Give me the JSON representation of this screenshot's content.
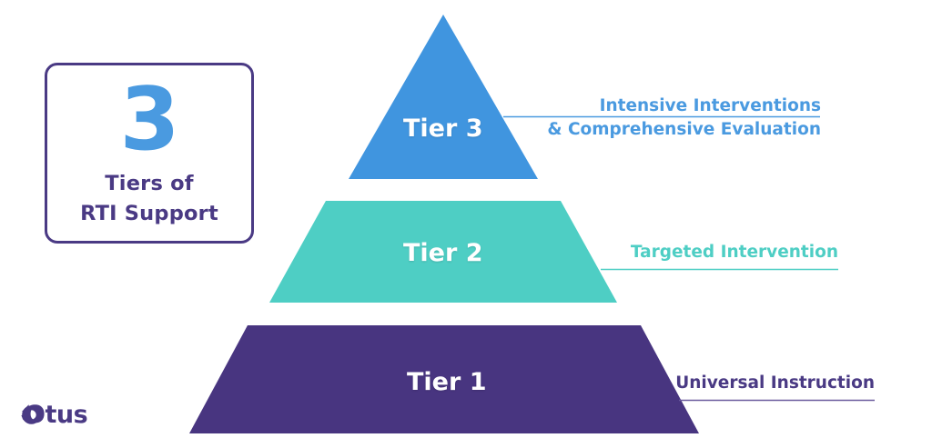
{
  "page": {
    "background_color": "#ffffff",
    "title": "3 Tiers of RTI Support"
  },
  "callout": {
    "number": "3",
    "line1": "Tiers of",
    "line2": "RTI Support",
    "border_color": "#4a3a84",
    "number_color": "#4a9ae0",
    "number_shadow_color": "#c6e0f5",
    "text_color": "#4a3a84"
  },
  "pyramid": {
    "tiers": [
      {
        "id": "tier-3",
        "caption": "Tier 3",
        "description_line1": "Intensive Interventions",
        "description_line2": "& Comprehensive Evaluation",
        "color": "#4095df",
        "shape": "triangle"
      },
      {
        "id": "tier-2",
        "caption": "Tier 2",
        "description_line1": "Targeted Intervention",
        "description_line2": "",
        "color": "#4ecec4",
        "shape": "trapezoid"
      },
      {
        "id": "tier-1",
        "caption": "Tier 1",
        "description_line1": "Universal Instruction",
        "description_line2": "",
        "color": "#483580",
        "shape": "trapezoid"
      }
    ],
    "caption_color": "#ffffff"
  },
  "logo": {
    "name": "Otus",
    "color": "#4a3a84",
    "icon": "otus-logo-icon"
  }
}
